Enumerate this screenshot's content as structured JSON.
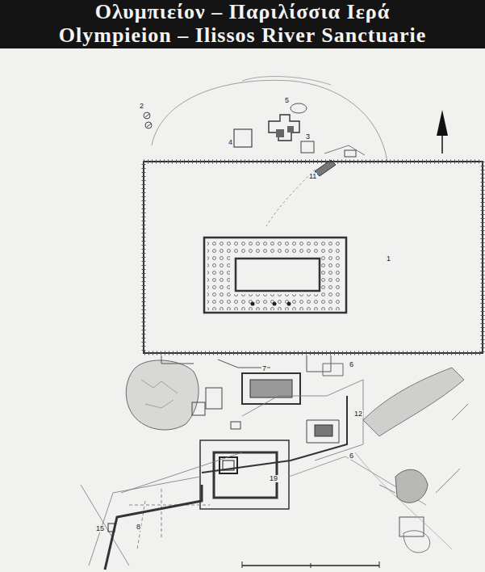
{
  "diagram": {
    "title": "Ολυμπιείον – Παριλίσσια Ιερά",
    "labels": [
      "Olympieion – Ilissos River Sanctuarie",
      "1",
      "2",
      "3",
      "4",
      "5",
      "11",
      "6",
      "12",
      "6",
      "19",
      "15",
      "8",
      "7"
    ]
  }
}
